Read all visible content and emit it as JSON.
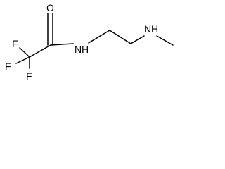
{
  "molecule": {
    "atoms": {
      "O": "O",
      "F_top": "F",
      "F_left": "F",
      "F_bottom": "F",
      "NH_amide": "N",
      "H_amide": "H",
      "NH_amine": "N",
      "H_amine": "H"
    },
    "colors": {
      "bond": "#000000",
      "label": "#000000",
      "background": "#ffffff"
    }
  }
}
